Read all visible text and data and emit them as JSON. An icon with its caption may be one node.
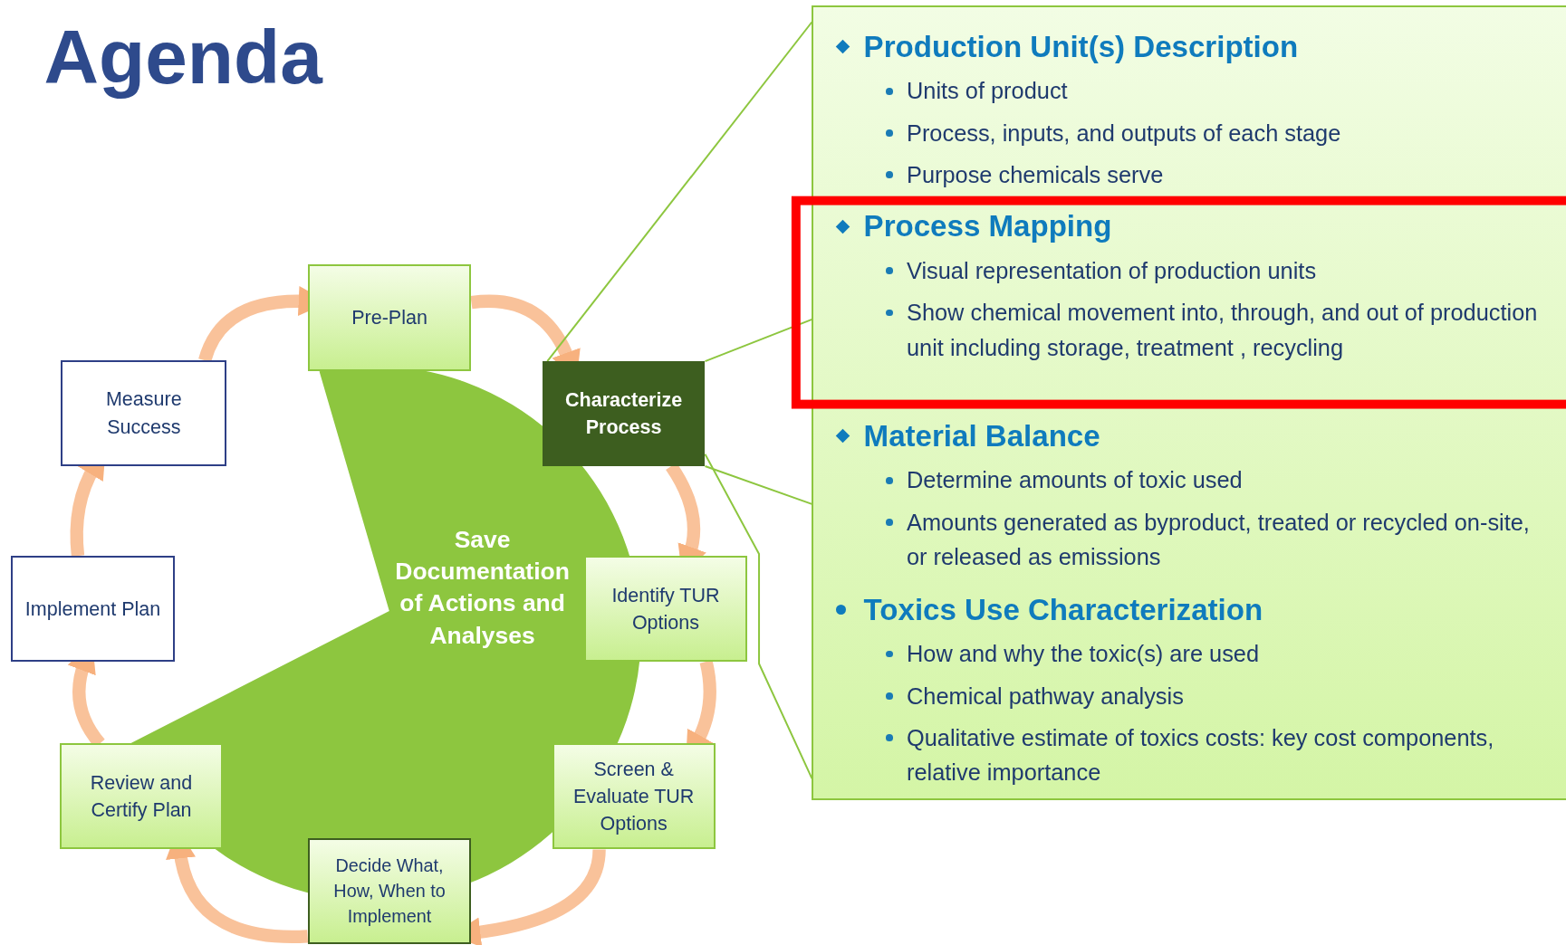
{
  "diagram": {
    "title": "Agenda",
    "nodes": [
      {
        "text": [
          "Pre-Plan"
        ]
      },
      {
        "text": [
          "Characterize Process"
        ]
      },
      {
        "text": [
          "Identify TUR Options"
        ]
      },
      {
        "text": [
          "Screen & Evaluate TUR Options"
        ]
      },
      {
        "text": [
          "Decide What, How, When to Implement"
        ]
      },
      {
        "text": [
          "Review and Certify Plan"
        ]
      },
      {
        "text": [
          "Implement Plan"
        ]
      },
      {
        "text": [
          "Measure Success"
        ]
      },
      {
        "text": [
          "Save Documentation of Actions and Analyses"
        ]
      },
      {
        "text": [],
        "shape": "box"
      },
      {
        "text": [
          "Production Unit(s) Description",
          "Units of product",
          "Process, inputs, and outputs of each stage",
          "Purpose chemicals serve"
        ],
        "in": 9
      },
      {
        "text": [
          "Process Mapping",
          "Visual representation of production units",
          "Show chemical movement into, through, and out of production unit including storage, treatment , recycling"
        ],
        "in": 9
      },
      {
        "text": [
          "Material Balance",
          "Determine amounts of toxic used",
          "Amounts generated as byproduct, treated or recycled on-site, or released as emissions"
        ],
        "in": 9
      },
      {
        "text": [
          "Toxics Use Characterization",
          "How and why the toxic(s) are used",
          "Chemical pathway analysis",
          "Qualitative estimate of toxics costs: key cost components, relative importance"
        ],
        "in": 9
      }
    ],
    "edges": [
      {
        "from": 0,
        "to": 1,
        "arrow": "to"
      },
      {
        "from": 1,
        "to": 2,
        "arrow": "to"
      },
      {
        "from": 2,
        "to": 3,
        "arrow": "to"
      },
      {
        "from": 3,
        "to": 4,
        "arrow": "to"
      },
      {
        "from": 4,
        "to": 5,
        "arrow": "to"
      },
      {
        "from": 5,
        "to": 6,
        "arrow": "to"
      },
      {
        "from": 6,
        "to": 7,
        "arrow": "to"
      },
      {
        "from": 7,
        "to": 0,
        "arrow": "to"
      },
      {
        "from": 1,
        "to": 9,
        "arrow": "none",
        "color": "#8dc63f"
      },
      {
        "from": 1,
        "to": 9,
        "arrow": "none",
        "color": "#8dc63f"
      },
      {
        "from": 1,
        "to": 9,
        "arrow": "none",
        "color": "#8dc63f"
      },
      {
        "from": 1,
        "to": 9,
        "arrow": "none",
        "color": "#8dc63f"
      }
    ]
  }
}
